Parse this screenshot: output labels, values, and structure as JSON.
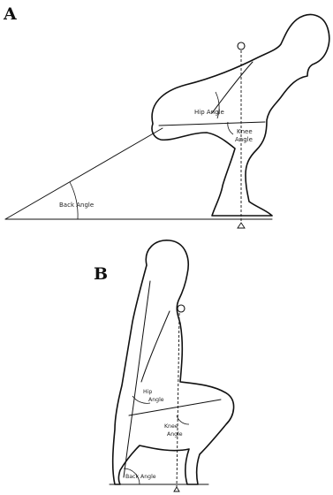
{
  "panels": [
    {
      "letter": "A",
      "labels": {
        "hip_angle": "Hip Angle",
        "knee_angle_1": "Knee",
        "knee_angle_2": "Angle",
        "back_angle": "Back Angle"
      }
    },
    {
      "letter": "B",
      "labels": {
        "hip_angle_1": "Hip",
        "hip_angle_2": "Angle",
        "knee_angle_1": "Knee",
        "knee_angle_2": "Angle",
        "back_angle": "Back Angle"
      }
    }
  ]
}
